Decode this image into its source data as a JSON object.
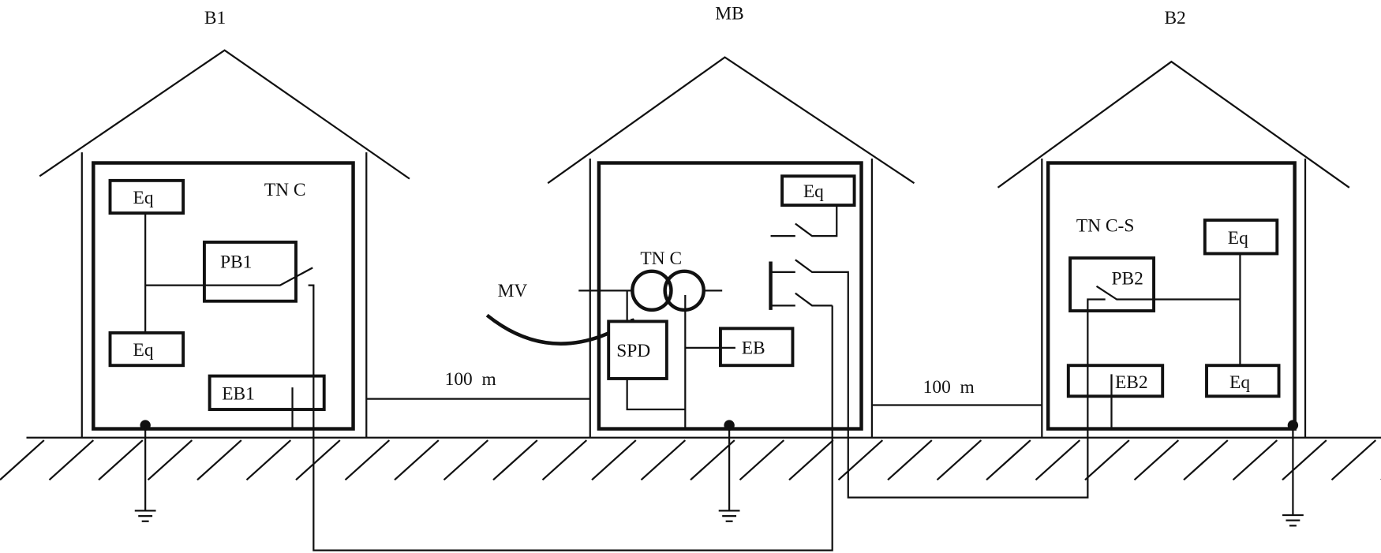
{
  "buildings": {
    "b1": {
      "label": "B1",
      "system": "TN C",
      "eq_top": "Eq",
      "eq_bottom": "Eq",
      "panel": "PB1",
      "earth_bar": "EB1"
    },
    "mb": {
      "label": "MB",
      "system": "TN C",
      "supply": "MV",
      "spd": "SPD",
      "earth_bar": "EB",
      "eq": "Eq"
    },
    "b2": {
      "label": "B2",
      "system": "TN C-S",
      "eq_top": "Eq",
      "eq_bottom": "Eq",
      "panel": "PB2",
      "earth_bar": "EB2"
    }
  },
  "distances": {
    "b1_mb": "100  m",
    "mb_b2": "100  m"
  },
  "colors": {
    "line": "#111111",
    "background": "#ffffff"
  }
}
